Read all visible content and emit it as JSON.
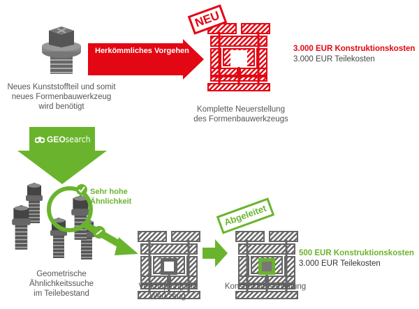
{
  "colors": {
    "red": "#e30613",
    "green": "#6ab42d",
    "gray": "#555555",
    "dark": "#444444"
  },
  "top": {
    "start_caption": [
      "Neues Kunststoffteil und somit",
      "neues Formenbauwerkzeug",
      "wird benötigt"
    ],
    "arrow_label": "Herkömmliches Vorgehen",
    "stamp": "NEU",
    "mold_caption": [
      "Komplette Neuerstellung",
      "des Formenbauwerkzeugs"
    ],
    "cost_design": "3.000 EUR Konstruktionskosten",
    "cost_parts": "3.000 EUR Teilekosten"
  },
  "geosearch": {
    "label_bold": "GEO",
    "label_rest": "search",
    "icon": "binoculars-icon"
  },
  "bottom": {
    "similarity": [
      "Sehr hohe",
      "Ähnlichkeit"
    ],
    "search_caption": [
      "Geometrische",
      "Ähnlichkeitssuche",
      "im Teilebestand"
    ],
    "link_caption": [
      "Verknüpfung mit",
      "Werkzeug"
    ],
    "stamp": "Abgeleitet",
    "derive_caption": "Konstruktionsableitung",
    "cost_design": "500 EUR Konstruktionskosten",
    "cost_parts": "3.000 EUR Teilekosten"
  }
}
